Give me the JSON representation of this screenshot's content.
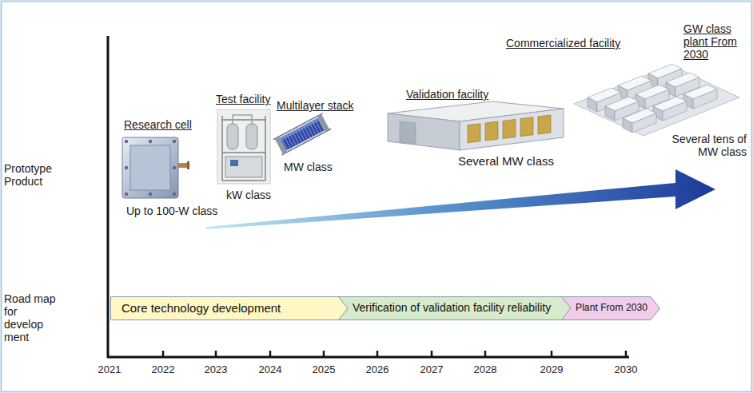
{
  "diagram": {
    "nodes": [
      {
        "text": [
          "Core technology development"
        ]
      },
      {
        "text": [
          "Verification of validation facility reliability"
        ]
      },
      {
        "text": [
          "Plant From 2030"
        ]
      }
    ],
    "labels": [
      "Prototype Product",
      "Research cell",
      "Up to 100-W class",
      "Test facility",
      "kW class",
      "Multilayer stack",
      "MW class",
      "Validation facility",
      "Several MW class",
      "Commercialized facility",
      "GW class plant From 2030",
      "Several tens of MW class",
      "Road map for develop ment",
      "2021",
      "2022",
      "2023",
      "2024",
      "2025",
      "2026",
      "2027",
      "2028",
      "2029",
      "2030"
    ]
  }
}
